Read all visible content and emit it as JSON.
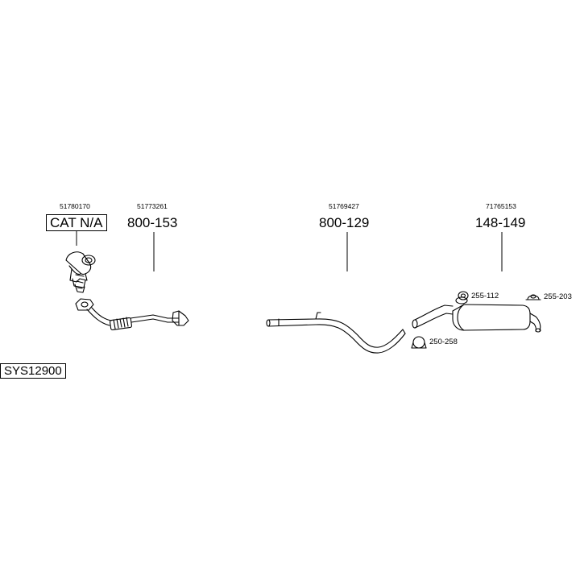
{
  "system_code": "SYS12900",
  "components": [
    {
      "oem": "51780170",
      "part": "CAT N/A"
    },
    {
      "oem": "51773261",
      "part": "800-153"
    },
    {
      "oem": "51769427",
      "part": "800-129"
    },
    {
      "oem": "71765153",
      "part": "148-149"
    }
  ],
  "accessories": [
    {
      "label": "255-112"
    },
    {
      "label": "255-203"
    },
    {
      "label": "250-258"
    }
  ]
}
